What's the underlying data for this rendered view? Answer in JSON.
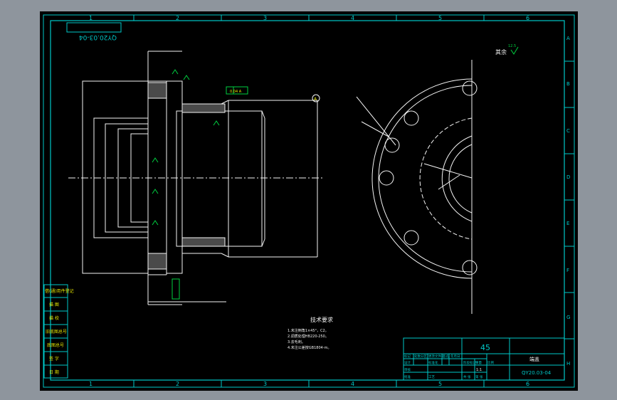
{
  "drawing": {
    "number": "QY20.03-04",
    "material": "45",
    "part_name": "端盖",
    "scale": "1:1",
    "column_labels": [
      "1",
      "2",
      "3",
      "4",
      "5",
      "6"
    ],
    "row_labels": [
      "A",
      "B",
      "C",
      "D",
      "E",
      "F",
      "G",
      "H"
    ],
    "surface_note": "其余",
    "surface_value": "12.5",
    "datum": "A",
    "tolerance_frame": "0.04 A"
  },
  "tech_requirements": {
    "title": "技术要求",
    "items": [
      "1.未注倒角1×45°，C2。",
      "2.调质处理HB220-250。",
      "3.去毛刺。",
      "4.未注公差按GB1804-m。"
    ]
  },
  "side_panel": {
    "items": [
      "借(通)用件登记",
      "描 图",
      "描 校",
      "旧底图总号",
      "底图总号",
      "签 字",
      "日 期"
    ]
  },
  "title_block": {
    "labels": [
      "标记",
      "处数",
      "分区",
      "更改文件号",
      "签名",
      "年月日",
      "设计",
      "标准化",
      "阶段标记",
      "重量",
      "比例",
      "审核",
      "工艺",
      "批准",
      "共 张",
      "第 张"
    ]
  }
}
